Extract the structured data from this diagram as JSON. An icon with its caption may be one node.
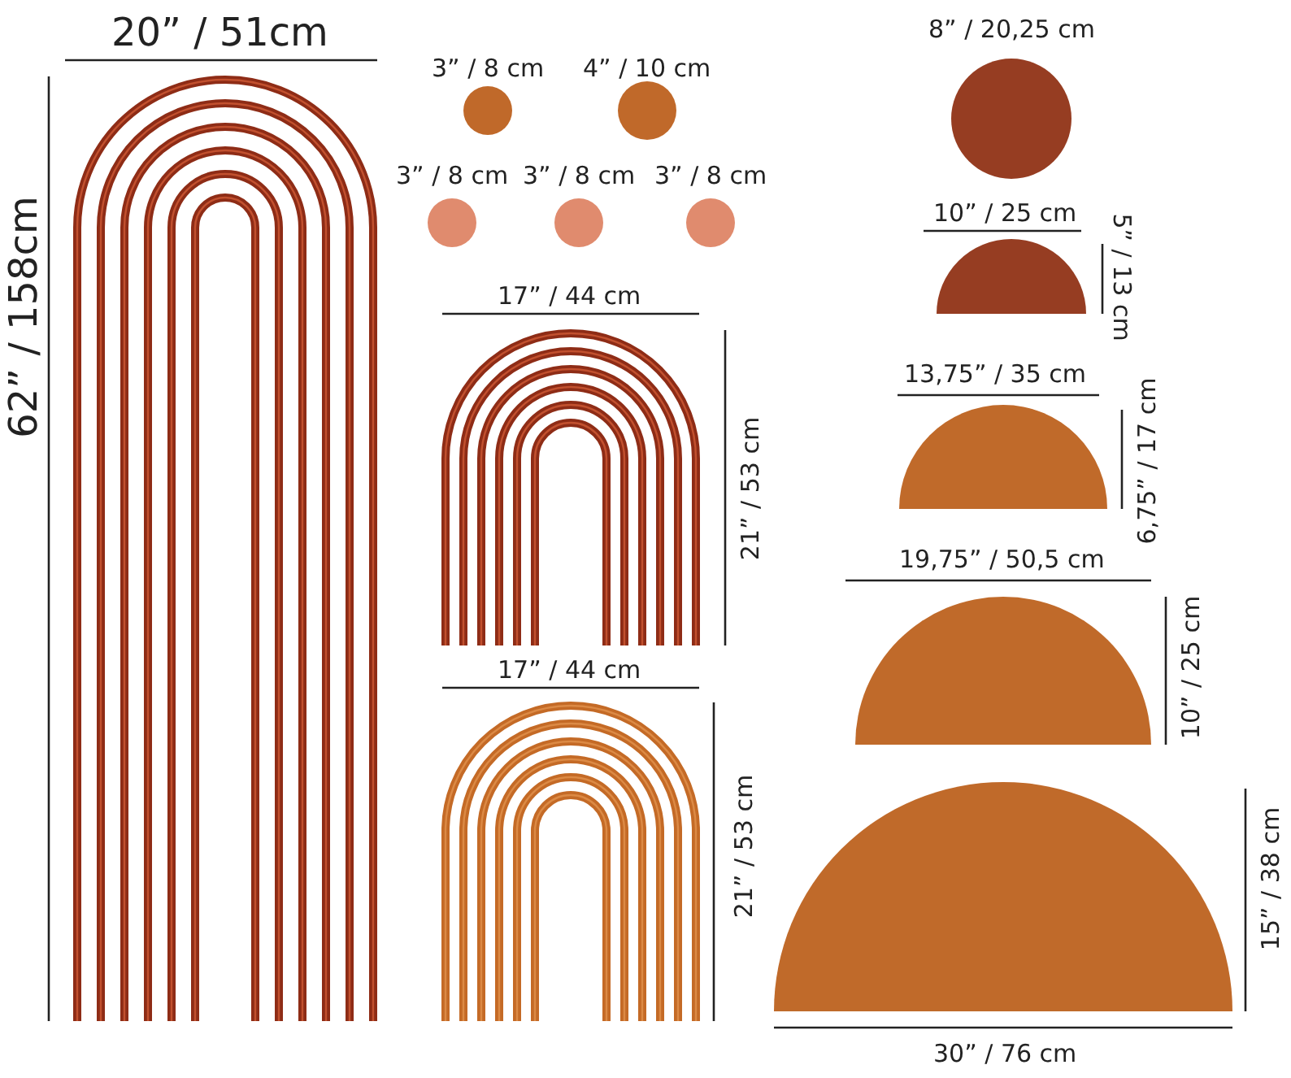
{
  "diagram": {
    "labels": [
      "20” / 51cm",
      "62” / 158cm",
      "3” / 8 cm",
      "4” / 10 cm",
      "3” / 8 cm",
      "3” / 8 cm",
      "3” / 8 cm",
      "8” / 20,25 cm",
      "10” / 25 cm",
      "5” / 13 cm",
      "17” / 44 cm",
      "21” / 53 cm",
      "13,75” / 35 cm",
      "6,75” / 17 cm",
      "19,75” / 50,5 cm",
      "10” / 25 cm",
      "17” / 44 cm",
      "21” / 53 cm",
      "15” / 38 cm",
      "30” / 76 cm"
    ]
  }
}
